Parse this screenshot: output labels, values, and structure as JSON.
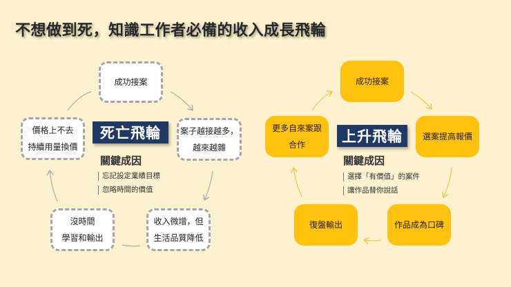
{
  "title": "不想做到死，知識工作者必備的收入成長飛輪",
  "death_wheel": {
    "label": "死亡飛輪",
    "banner_color": "#1f3864",
    "node_style": "white dashed",
    "nodes": [
      {
        "lines": [
          "成功接案"
        ]
      },
      {
        "lines": [
          "案子越接越多，",
          "越來越雜"
        ]
      },
      {
        "lines": [
          "收入微增，但",
          "生活品質降低"
        ]
      },
      {
        "lines": [
          "沒時間",
          "學習和輸出"
        ]
      },
      {
        "lines": [
          "價格上不去",
          "持續用量換價"
        ]
      }
    ],
    "key_causes_title": "關鍵成因",
    "key_causes": [
      "忘記設定業績目標",
      "忽略時間的價值"
    ]
  },
  "rising_wheel": {
    "label": "上升飛輪",
    "banner_color": "#1f3864",
    "node_color": "#ffc20e",
    "nodes": [
      {
        "lines": [
          "成功接案"
        ]
      },
      {
        "lines": [
          "選案提高報價"
        ]
      },
      {
        "lines": [
          "作品成為口碑"
        ]
      },
      {
        "lines": [
          "復盤輸出"
        ]
      },
      {
        "lines": [
          "更多自來案跟",
          "合作"
        ]
      }
    ],
    "key_causes_title": "關鍵成因",
    "key_causes": [
      "選擇「有價值」的案件",
      "讓作品替你說話"
    ]
  },
  "colors": {
    "background": "#fdf1cf",
    "dead_arrow": "#b0aaa4",
    "rise_arrow": "#e8c94a"
  }
}
